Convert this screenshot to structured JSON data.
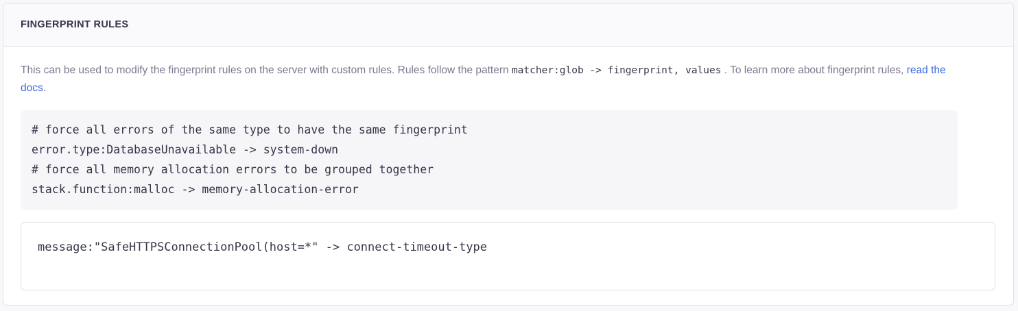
{
  "panel": {
    "title": "FINGERPRINT RULES",
    "description": {
      "lead": "This can be used to modify the fingerprint rules on the server with custom rules. Rules follow the pattern ",
      "inline_code": "matcher:glob -> fingerprint, values",
      "mid": " . To learn more about fingerprint rules, ",
      "link_text": "read the docs",
      "tail": "."
    },
    "example_code": {
      "lines": [
        "# force all errors of the same type to have the same fingerprint",
        "error.type:DatabaseUnavailable -> system-down",
        "# force all memory allocation errors to be grouped together",
        "stack.function:malloc -> memory-allocation-error"
      ]
    },
    "rules_input": {
      "value": "message:\"SafeHTTPSConnectionPool(host=*\" -> connect-timeout-type",
      "placeholder": ""
    }
  },
  "colors": {
    "page_background": "#f8f8fa",
    "panel_background": "#ffffff",
    "panel_border": "#e2dfe8",
    "header_background": "#fafafc",
    "title_text": "#3b3347",
    "body_text": "#7d7891",
    "code_text": "#3b3348",
    "code_background": "#f6f6f9",
    "link": "#3d6ae0"
  }
}
